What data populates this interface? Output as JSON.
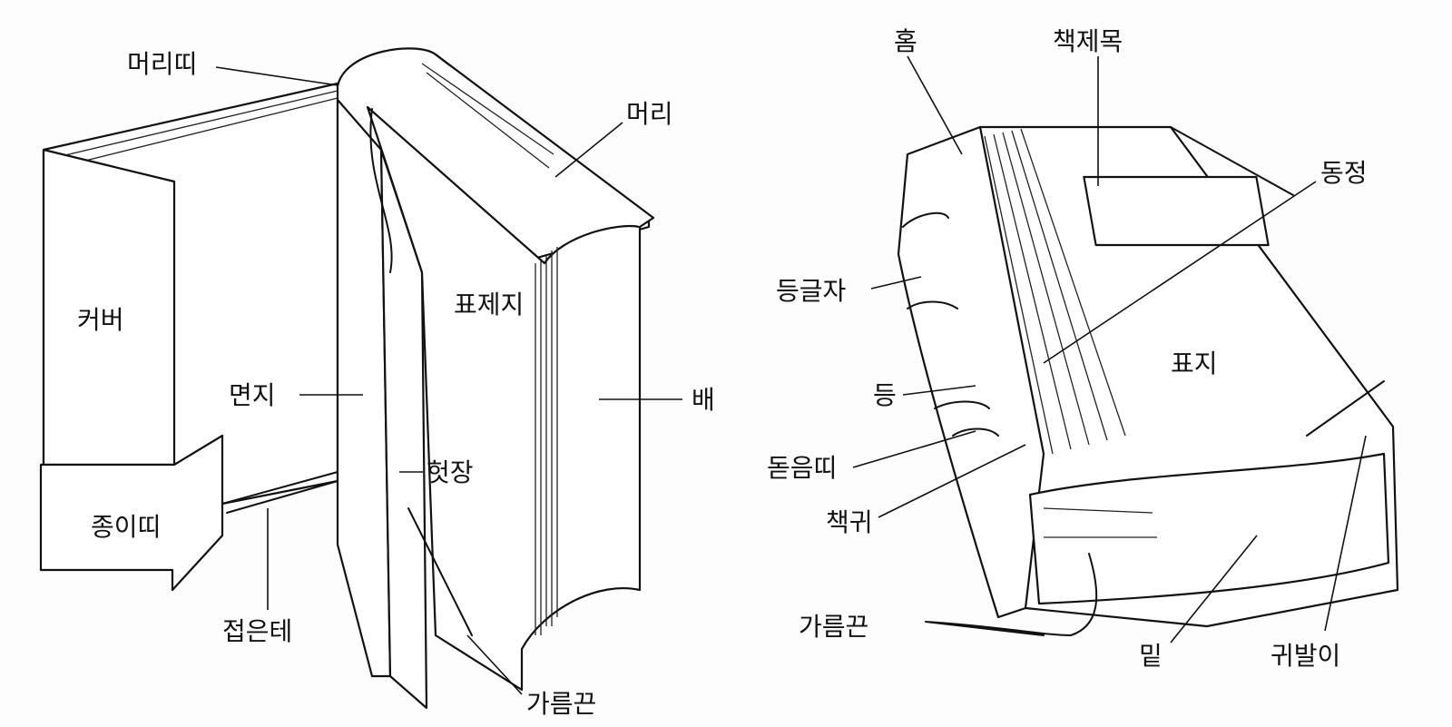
{
  "left_book": {
    "labels": {
      "headband": "머리띠",
      "head": "머리",
      "cover": "커버",
      "title_page": "표제지",
      "endpaper": "면지",
      "fore_edge": "배",
      "blank_leaf": "헛장",
      "paper_band": "종이띠",
      "joint": "접은테",
      "bookmark_ribbon": "가름끈"
    }
  },
  "right_book": {
    "labels": {
      "groove": "홈",
      "book_title": "책제목",
      "spine_edge": "동정",
      "spine_lettering": "등글자",
      "cover": "표지",
      "spine": "등",
      "raised_band": "돋음띠",
      "corner": "책귀",
      "bookmark_ribbon": "가름끈",
      "tail": "밑",
      "square": "귀발이"
    }
  }
}
